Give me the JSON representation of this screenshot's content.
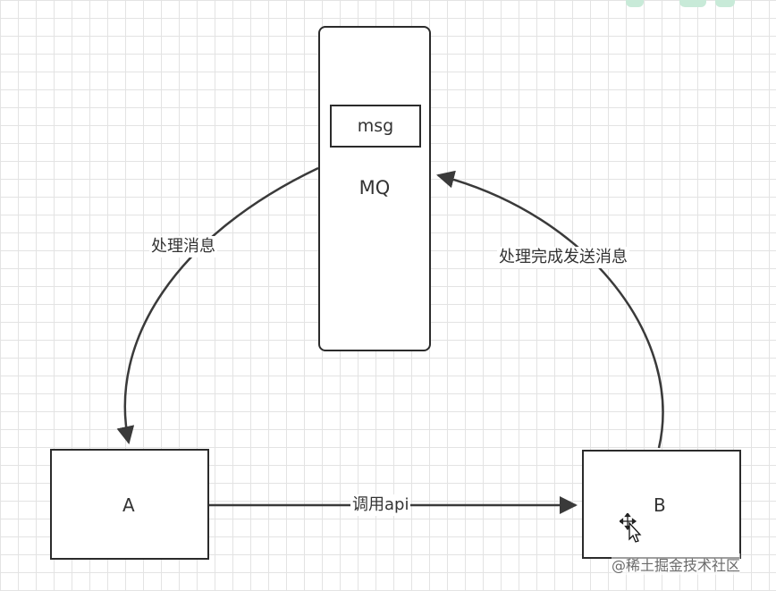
{
  "diagram": {
    "mq": {
      "label": "MQ",
      "message": "msg"
    },
    "node_a": {
      "label": "A"
    },
    "node_b": {
      "label": "B"
    },
    "edges": {
      "mq_to_a": "处理消息",
      "b_to_mq": "处理完成发送消息",
      "a_to_b": "调用api"
    }
  },
  "watermark": "@稀土掘金技术社区",
  "colors": {
    "stroke": "#3a3a3a",
    "grid": "#e3e3e3",
    "deco": "#c8ead8"
  },
  "icons": {
    "cursor": "move-cursor-icon"
  }
}
